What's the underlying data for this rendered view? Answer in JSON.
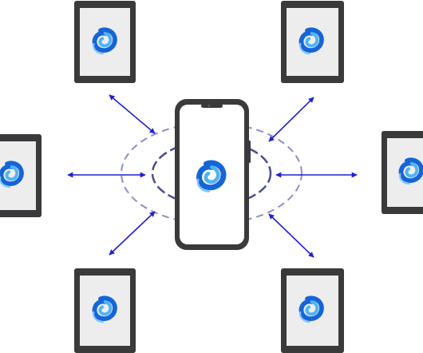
{
  "diagram": {
    "hub": {
      "device": "smartphone",
      "logo": "swirl-logo-icon"
    },
    "spokes": [
      {
        "device": "tablet",
        "position": "top-left",
        "logo": "swirl-logo-icon"
      },
      {
        "device": "tablet",
        "position": "top-right",
        "logo": "swirl-logo-icon"
      },
      {
        "device": "tablet",
        "position": "middle-left",
        "logo": "swirl-logo-icon"
      },
      {
        "device": "tablet",
        "position": "middle-right",
        "logo": "swirl-logo-icon"
      },
      {
        "device": "tablet",
        "position": "bottom-left",
        "logo": "swirl-logo-icon"
      },
      {
        "device": "tablet",
        "position": "bottom-right",
        "logo": "swirl-logo-icon"
      }
    ],
    "connector": "bidirectional-arrow",
    "signal_rings": 2,
    "colors": {
      "arrow": "#1f1fd6",
      "ring": "#8e8ec6",
      "device_frame": "#3a3a3c",
      "tablet_screen": "#ededed",
      "phone_screen": "#ffffff",
      "logo_dark": "#1565d8",
      "logo_light": "#4fb3f5"
    }
  }
}
